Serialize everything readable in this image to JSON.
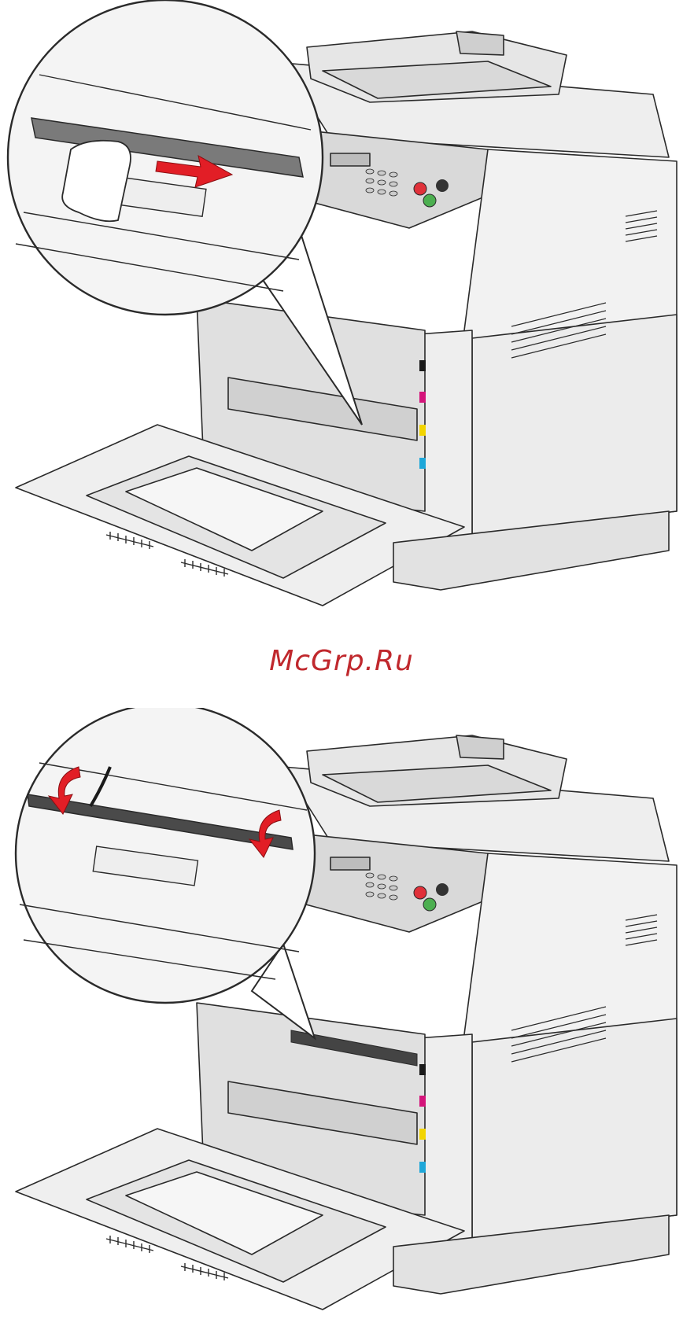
{
  "watermark": {
    "text": "McGrp.Ru"
  },
  "colors": {
    "outline": "#2a2a2a",
    "body_fill": "#f2f2f2",
    "panel_fill": "#d9d9d9",
    "arrow_red": "#e21e26",
    "toner_black": "#1a1a1a",
    "toner_magenta": "#d4147a",
    "toner_yellow": "#f2d400",
    "toner_cyan": "#1ea7d9",
    "button_red": "#e0313a",
    "button_green": "#4caf50"
  },
  "figures": [
    {
      "name": "step-slide-bar-right",
      "icon": "arrow-right-icon"
    },
    {
      "name": "step-lower-bar-into-place",
      "icon": "arrow-curved-down-icon"
    }
  ]
}
